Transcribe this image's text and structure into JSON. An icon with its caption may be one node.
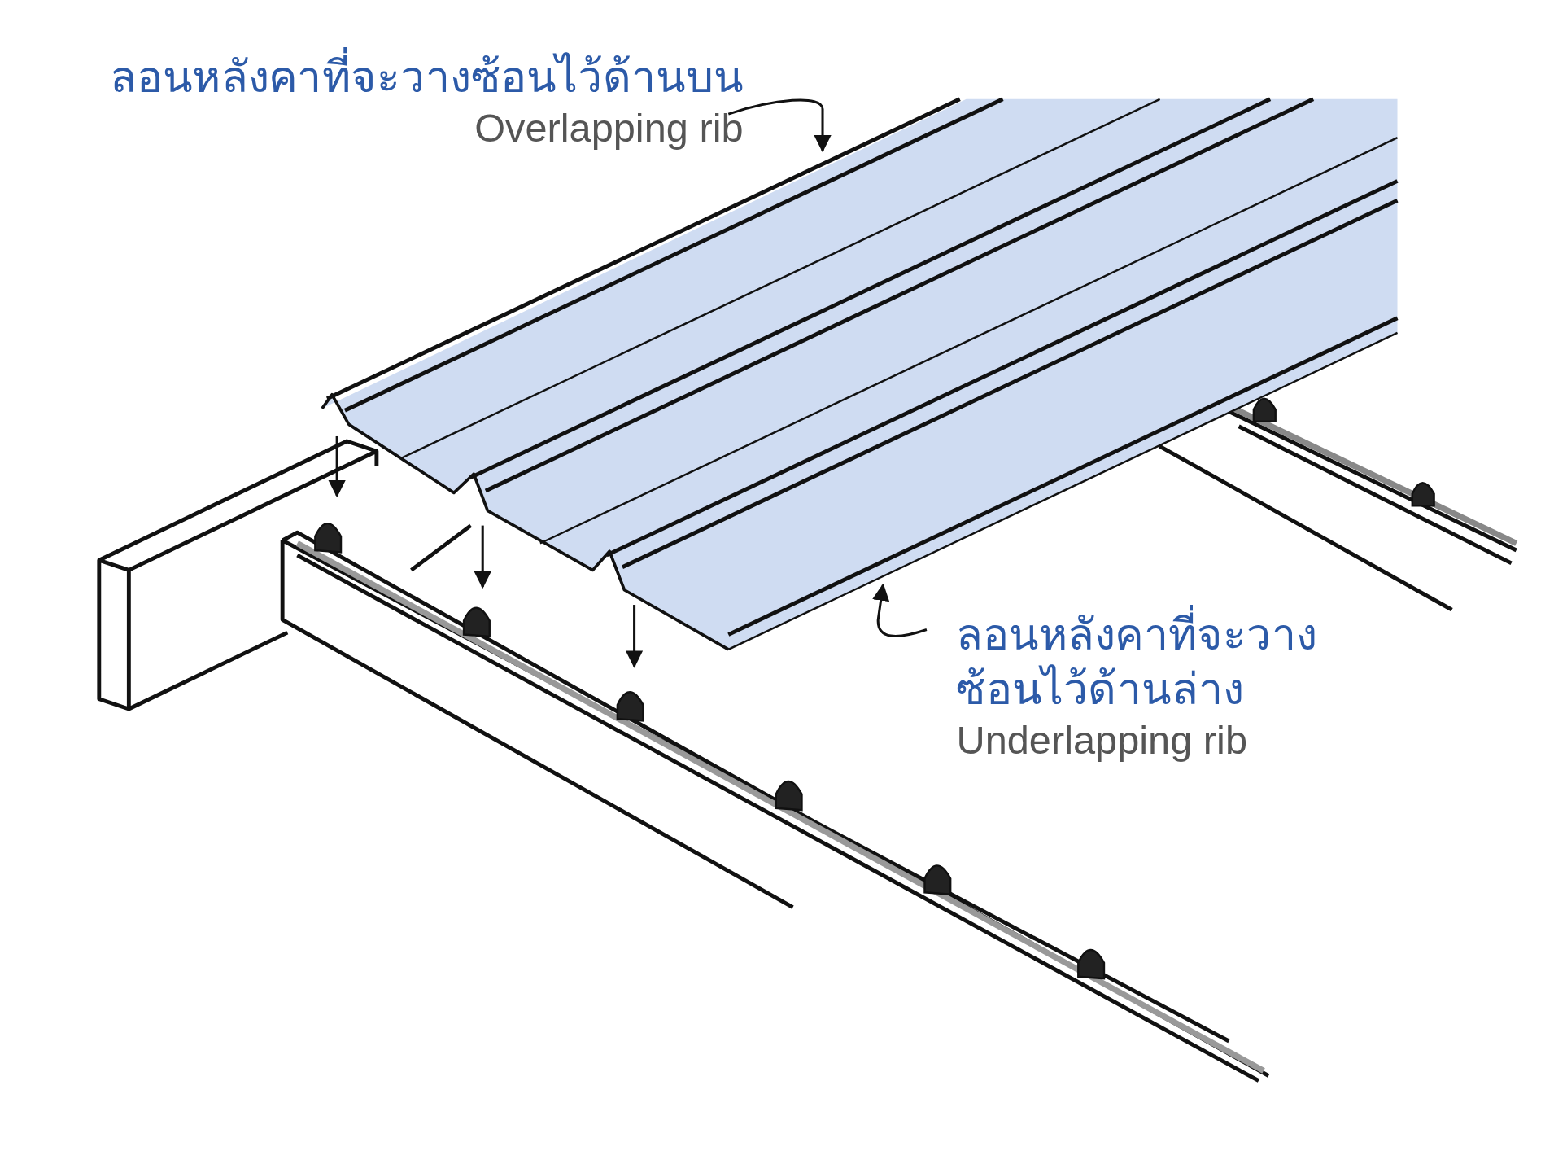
{
  "diagram": {
    "nodes": [
      {
        "text": [
          "ลอนหลังคาที่จะวางซ้อนไว้ด้านบน",
          "Overlapping rib"
        ]
      },
      {
        "text": [
          "ลอนหลังคาที่จะวางซ้อนไว้ด้านล่าง",
          "Underlapping rib"
        ]
      }
    ],
    "edges": [
      {
        "from": 0,
        "to": null,
        "arrow": "to"
      },
      {
        "from": 1,
        "to": null,
        "arrow": "to"
      }
    ]
  }
}
